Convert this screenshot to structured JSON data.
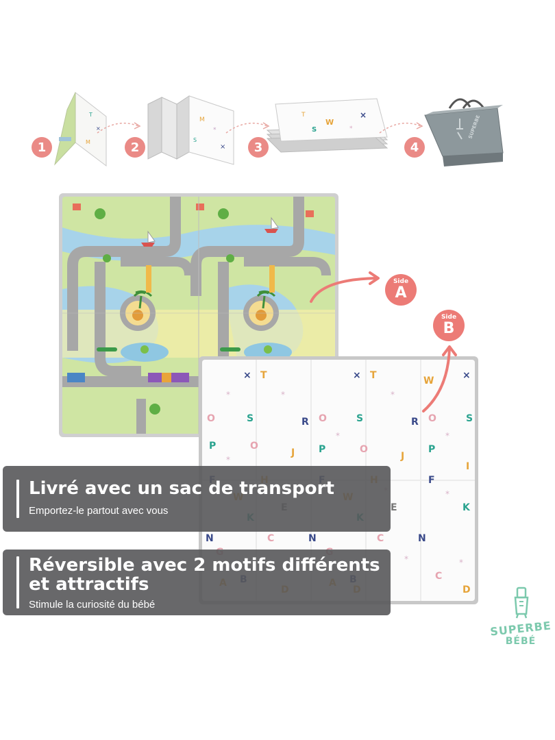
{
  "steps": [
    {
      "number": "1",
      "icon": "mat-unfolded-icon"
    },
    {
      "number": "2",
      "icon": "mat-folding-icon"
    },
    {
      "number": "3",
      "icon": "mat-folded-icon"
    },
    {
      "number": "4",
      "icon": "carry-bag-icon"
    }
  ],
  "bag_brand": "SUPERBE",
  "side_a": {
    "small": "Side",
    "big": "A"
  },
  "side_b": {
    "small": "Side",
    "big": "B"
  },
  "banner1": {
    "title": "Livré avec un sac de transport",
    "subtitle": "Emportez-le partout avec vous"
  },
  "banner2": {
    "title_line1": "Réversible avec 2 motifs différents",
    "title_line2": "et attractifs",
    "subtitle": "Stimule la curiosité du bébé"
  },
  "logo": {
    "line1": "SUPERBE",
    "line2": "BÉBÉ"
  },
  "colors": {
    "accent": "#ec7b76",
    "banner": "#58585a",
    "logo": "#7cc9ad"
  }
}
